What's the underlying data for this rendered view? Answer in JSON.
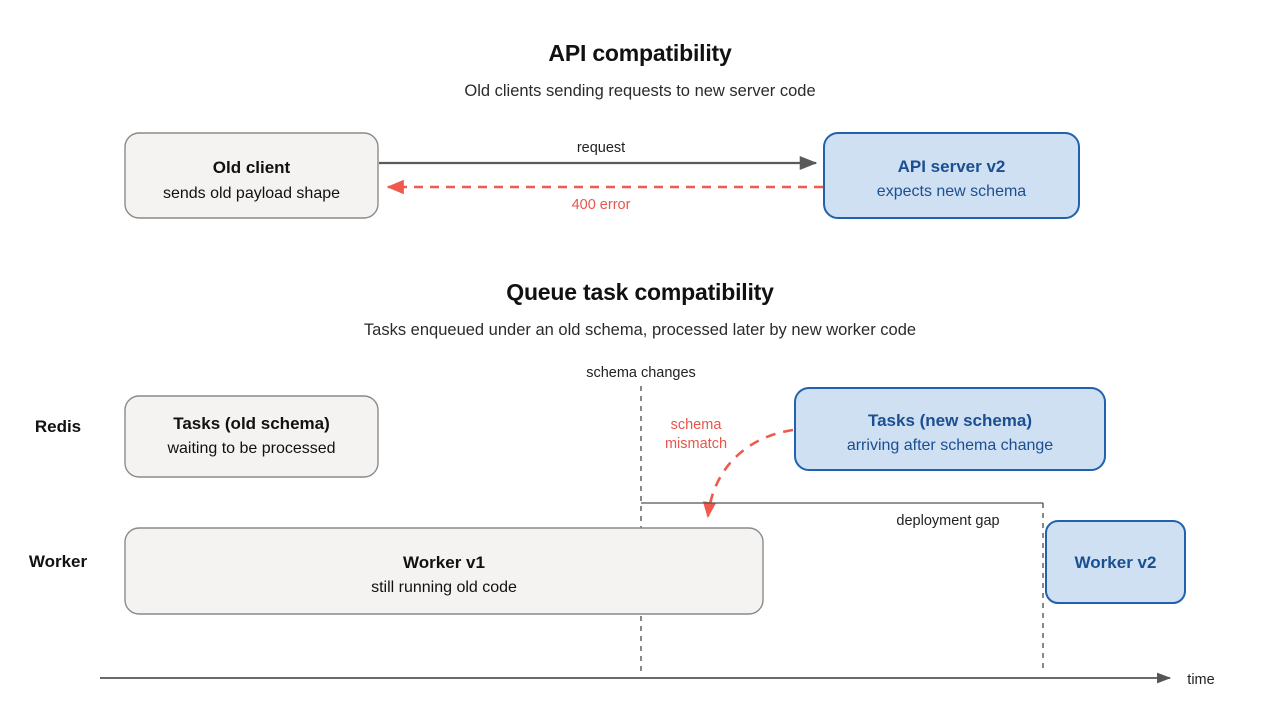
{
  "sections": [
    {
      "title": "API compatibility",
      "subtitle": "Old clients sending requests to new server code",
      "nodes": [
        {
          "name": "old-client",
          "title": "Old client",
          "subtitle": "sends old payload shape",
          "style": "gray"
        },
        {
          "name": "api-server-v2",
          "title": "API server v2",
          "subtitle": "expects new schema",
          "style": "blue"
        }
      ],
      "edges": [
        {
          "name": "request-edge",
          "label": "request",
          "style": "solid-gray"
        },
        {
          "name": "error-edge",
          "label": "400 error",
          "style": "dashed-red"
        }
      ]
    },
    {
      "title": "Queue task compatibility",
      "subtitle": "Tasks enqueued under an old schema, processed later by new worker code",
      "lanes": [
        {
          "name": "lane-redis",
          "label": "Redis"
        },
        {
          "name": "lane-worker",
          "label": "Worker"
        }
      ],
      "nodes": [
        {
          "name": "tasks-old-schema",
          "title": "Tasks (old schema)",
          "subtitle": "waiting to be processed",
          "style": "gray"
        },
        {
          "name": "tasks-new-schema",
          "title": "Tasks (new schema)",
          "subtitle": "arriving after schema change",
          "style": "blue"
        },
        {
          "name": "worker-v1",
          "title": "Worker v1",
          "subtitle": "still running old code",
          "style": "gray"
        },
        {
          "name": "worker-v2",
          "title": "Worker v2",
          "subtitle": "",
          "style": "blue"
        }
      ],
      "markers": [
        {
          "name": "schema-changes-marker",
          "label": "schema changes"
        },
        {
          "name": "deployment-gap-bracket",
          "label": "deployment gap"
        },
        {
          "name": "schema-mismatch-arrow",
          "label_line1": "schema",
          "label_line2": "mismatch"
        }
      ],
      "axis": {
        "name": "time-axis",
        "label": "time"
      }
    }
  ],
  "colors": {
    "blue_fill": "#cfe0f3",
    "blue_stroke": "#1f62ad",
    "blue_text": "#1b4f91",
    "gray_fill": "#f4f3f1",
    "gray_stroke": "#8a8a8a",
    "red": "#ef5a4c",
    "arrow_gray": "#5a5a5a",
    "background": "#ffffff"
  }
}
